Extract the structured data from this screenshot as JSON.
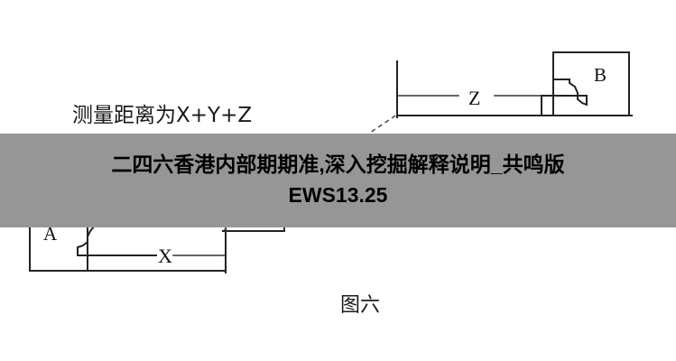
{
  "figure": {
    "caption": "图六",
    "measurement_note": "测量距离为X+Y+Z",
    "labels": {
      "box_a": "A",
      "box_b": "B",
      "dim_x": "X",
      "dim_z": "Z"
    }
  },
  "overlay": {
    "line1": "二四六香港内部期期准,深入挖掘解释说明_共鸣版",
    "line2": "EWS13.25",
    "background_color": "#969696",
    "text_color": "#000000"
  },
  "colors": {
    "page_background": "#ffffff",
    "line_stroke": "#222222",
    "dashed_stroke": "#555555"
  }
}
